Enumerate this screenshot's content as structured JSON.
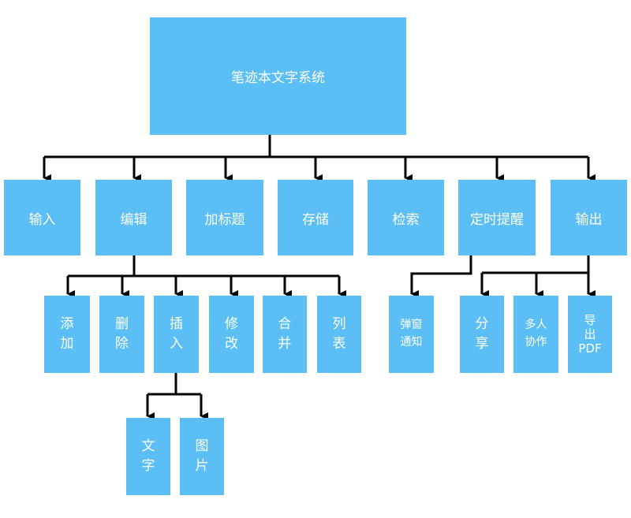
{
  "root": {
    "label": "笔迹本文字系统"
  },
  "level1": {
    "input": {
      "label": "输入"
    },
    "edit": {
      "label": "编辑"
    },
    "title": {
      "label": "加标题"
    },
    "store": {
      "label": "存储"
    },
    "search": {
      "label": "检索"
    },
    "remind": {
      "label": "定时提醒"
    },
    "output": {
      "label": "输出"
    }
  },
  "edit_children": {
    "add": {
      "label": "添\n加"
    },
    "delete": {
      "label": "删\n除"
    },
    "insert": {
      "label": "插\n入"
    },
    "modify": {
      "label": "修\n改"
    },
    "merge": {
      "label": "合\n并"
    },
    "list": {
      "label": "列\n表"
    }
  },
  "insert_children": {
    "text": {
      "label": "文\n字"
    },
    "image": {
      "label": "图\n片"
    }
  },
  "remind_children": {
    "popup": {
      "label": "弹窗\n通知"
    }
  },
  "output_children": {
    "share": {
      "label": "分\n享"
    },
    "collab": {
      "label": "多人\n协作"
    },
    "pdf": {
      "label": "导\n出\nPDF"
    }
  },
  "colors": {
    "node_fill": "#5bbff6",
    "node_text": "#ffffff",
    "connector": "#000000"
  }
}
